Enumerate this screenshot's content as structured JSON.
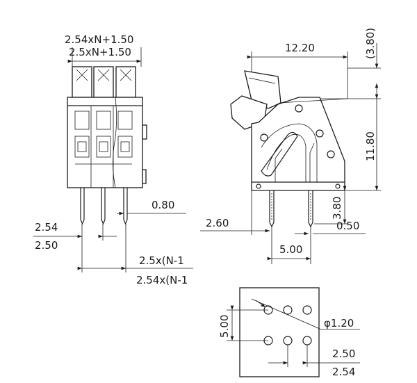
{
  "front_view": {
    "width_label_1": "2.54xN+1.50",
    "width_label_2": "2.5xN+1.50",
    "pin_label": "0.80",
    "pitch_label_1": "2.54",
    "pitch_label_2": "2.50",
    "span_label_1": "2.5x(N-1",
    "span_label_2": "2.54x(N-1"
  },
  "side_view": {
    "width_label": "12.20",
    "top_label": "(3.80)",
    "height_label": "11.80",
    "pin_height_label": "3.80",
    "left_offset_label": "2.60",
    "pin_thickness_label": "0.50",
    "pin_spacing_label": "5.00"
  },
  "pcb_layout": {
    "vertical_label": "5.00",
    "hole_label": "φ1.20",
    "pitch_label_1": "2.50",
    "pitch_label_2": "2.54"
  }
}
